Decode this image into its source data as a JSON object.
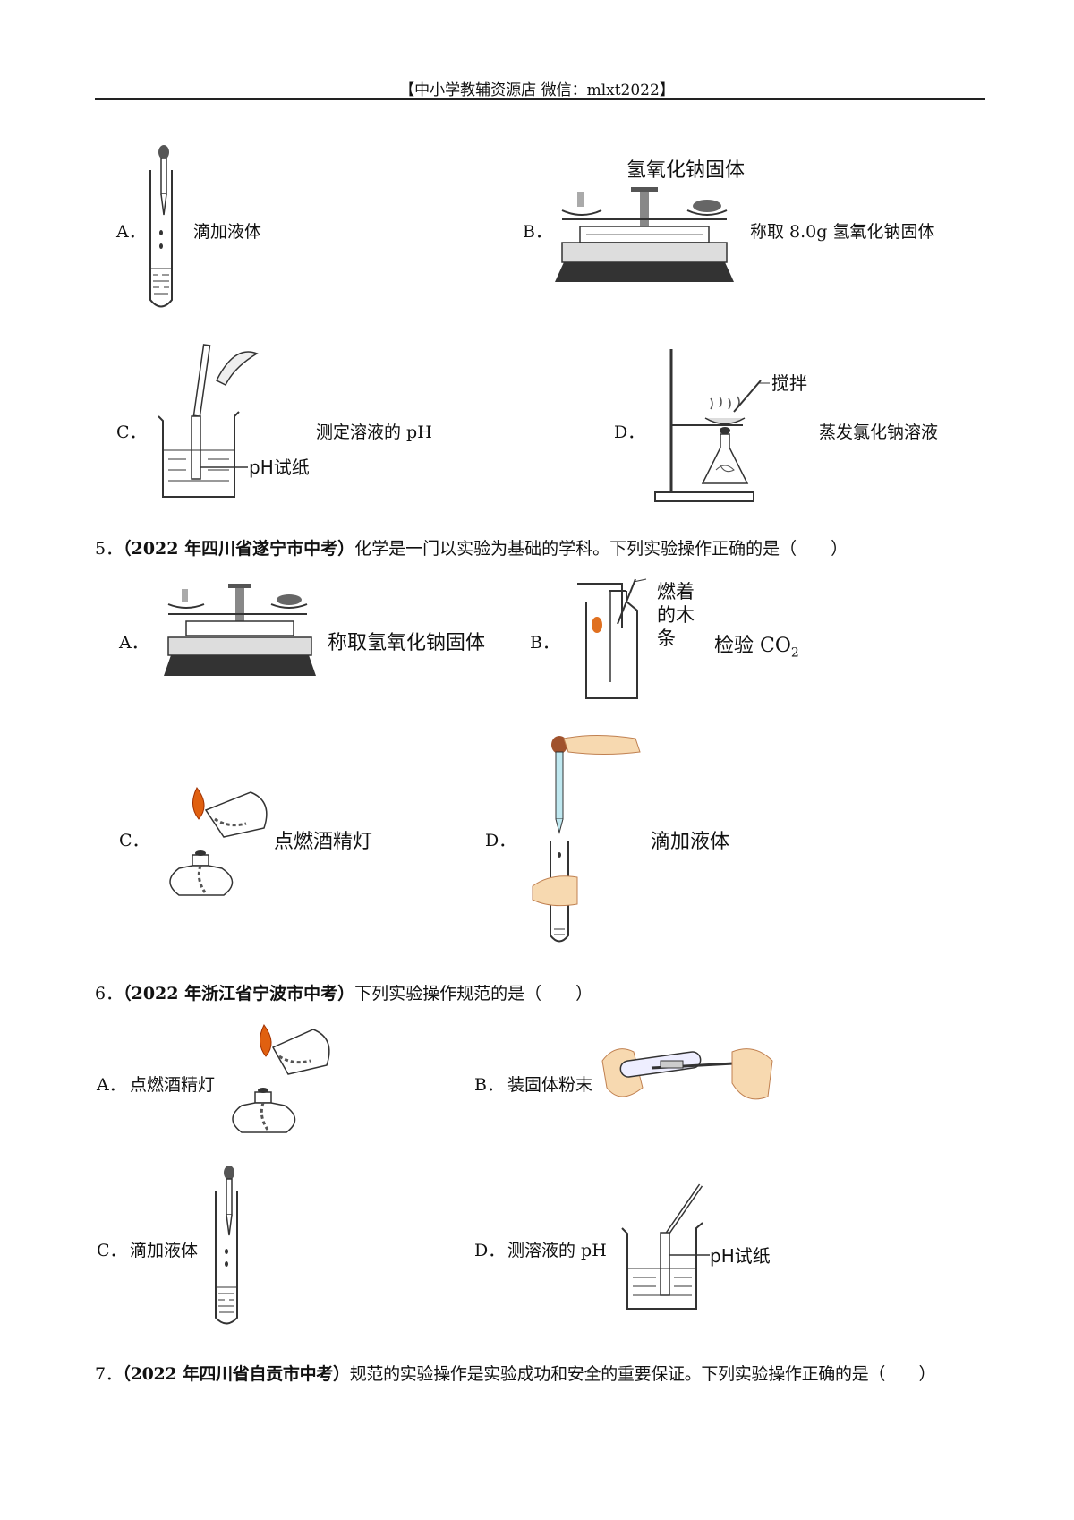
{
  "header": "【中小学教辅资源店 微信：mlxt2022】",
  "block1": {
    "A": {
      "letter": "A．",
      "text": "滴加液体"
    },
    "B": {
      "letter": "B．",
      "text": "称取 8.0g 氢氧化钠固体",
      "fig_label": "氢氧化钠固体"
    },
    "C": {
      "letter": "C．",
      "text": "测定溶液的 pH",
      "fig_label": "pH试纸"
    },
    "D": {
      "letter": "D．",
      "text": "蒸发氯化钠溶液",
      "fig_label": "搅拌"
    }
  },
  "q5": {
    "number": "5．",
    "source": "（2022 年四川省遂宁市中考）",
    "stem": "化学是一门以实验为基础的学科。下列实验操作正确的是（　　）",
    "A": {
      "letter": "A．",
      "text": "称取氢氧化钠固体"
    },
    "B": {
      "letter": "B．",
      "text": "检验 CO",
      "sub": "2",
      "fig_label_lines": [
        "燃着",
        "的木",
        "条"
      ]
    },
    "C": {
      "letter": "C．",
      "text": "点燃酒精灯"
    },
    "D": {
      "letter": "D．",
      "text": "滴加液体"
    }
  },
  "q6": {
    "number": "6．",
    "source": "（2022 年浙江省宁波市中考）",
    "stem": "下列实验操作规范的是（　　）",
    "A": {
      "letter": "A．",
      "text": "点燃酒精灯"
    },
    "B": {
      "letter": "B．",
      "text": "装固体粉末"
    },
    "C": {
      "letter": "C．",
      "text": "滴加液体"
    },
    "D": {
      "letter": "D．",
      "text": "测溶液的 pH",
      "fig_label": "pH试纸"
    }
  },
  "q7": {
    "number": "7．",
    "source": "（2022 年四川省自贡市中考）",
    "stem": "规范的实验操作是实验成功和安全的重要保证。下列实验操作正确的是（　　）"
  }
}
